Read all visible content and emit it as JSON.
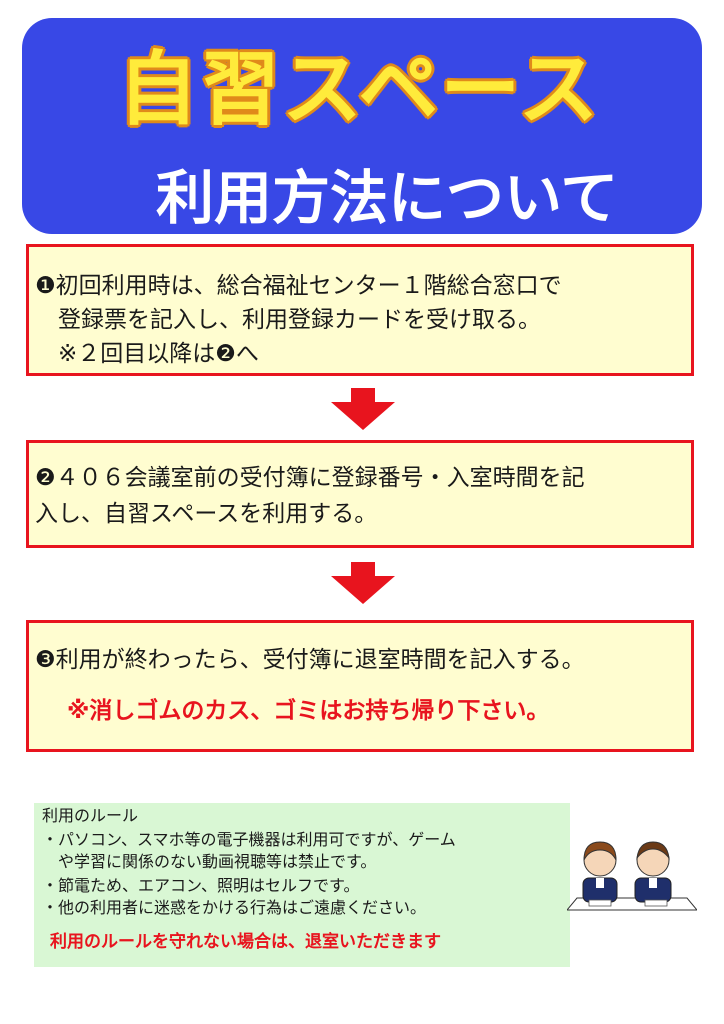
{
  "header": {
    "title": "自習スペース",
    "subtitle": "利用方法について"
  },
  "steps": [
    {
      "lines": [
        "❶初回利用時は、総合福祉センター１階総合窓口で",
        "　登録票を記入し、利用登録カードを受け取る。",
        "　※２回目以降は❷へ"
      ]
    },
    {
      "lines": [
        "❷４０６会議室前の受付簿に登録番号・入室時間を記",
        "入し、自習スペースを利用する。"
      ]
    },
    {
      "lines": [
        "❸利用が終わったら、受付簿に退室時間を記入する。"
      ],
      "warning": "※消しゴムのカス、ゴミはお持ち帰り下さい。"
    }
  ],
  "rules": {
    "heading": "利用のルール",
    "items": [
      "・パソコン、スマホ等の電子機器は利用可ですが、ゲーム",
      "　や学習に関係のない動画視聴等は禁止です。",
      "・節電ため、エアコン、照明はセルフです。",
      "・他の利用者に迷惑をかける行為はご遠慮ください。"
    ],
    "warning": "利用のルールを守れない場合は、退室いただきます"
  },
  "colors": {
    "header_bg": "#3848e6",
    "title": "#ffeb3b",
    "step_border": "#e8141e",
    "step_bg": "#fffdd0",
    "arrow": "#e8141e",
    "rules_bg": "#d9f7d4"
  },
  "illustration": "students-studying-illustration"
}
